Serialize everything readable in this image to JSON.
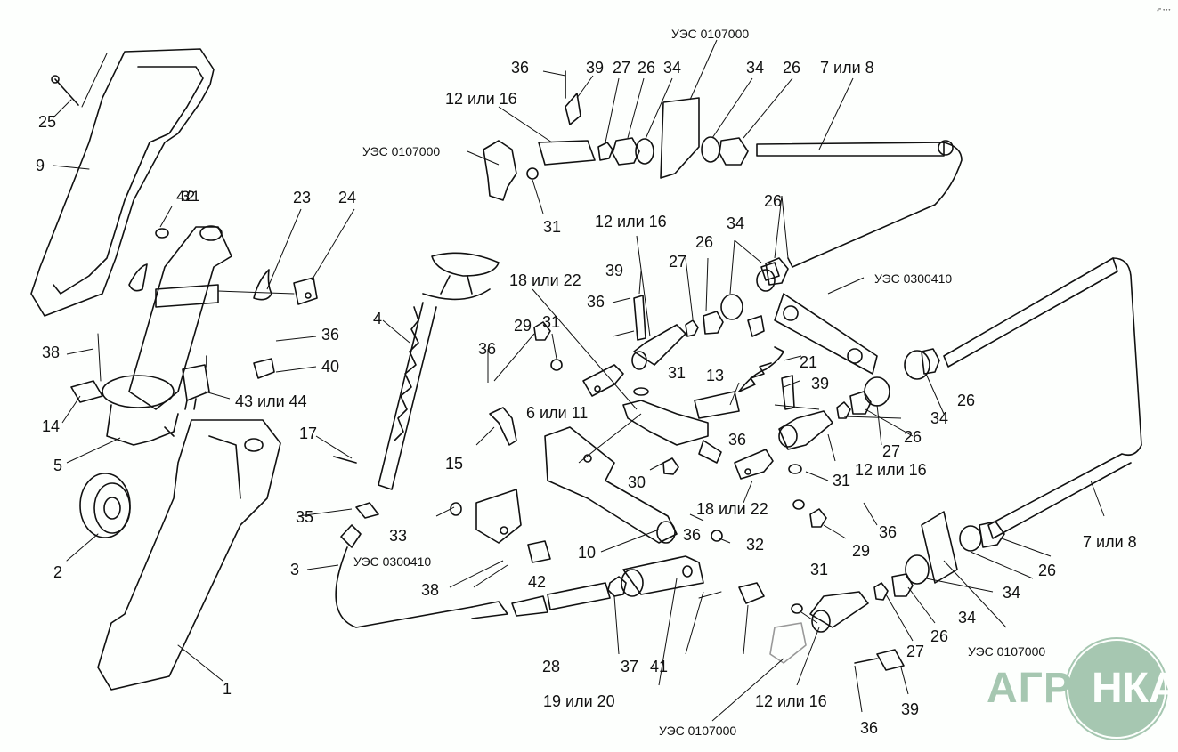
{
  "diagram": {
    "type": "exploded-parts-drawing",
    "corner_mark": "ₒᵐ ∘∘∘",
    "watermark": {
      "text_part1": "АГРО",
      "text_part2": "НКА",
      "color": "#a6c7b1"
    },
    "labels": {
      "l25": "25",
      "l9": "9",
      "l43_21": "43/21",
      "l23": "23",
      "l24": "24",
      "l38a": "38",
      "l36a": "36",
      "l40": "40",
      "l14": "14",
      "l43or44": "43 или 44",
      "l5": "5",
      "l2": "2",
      "l1": "1",
      "l17": "17",
      "l35": "35",
      "l3": "3",
      "l33": "33",
      "l4": "4",
      "ues0300410_a": "УЭС 0300410",
      "l38b": "38",
      "l42": "42",
      "l36top": "36",
      "l39top": "39",
      "l27top": "27",
      "l26top": "26",
      "l34top": "34",
      "ues0107000_top": "УЭС 0107000",
      "l34top2": "34",
      "l26top2": "26",
      "l7or8_top": "7 или 8",
      "l12or16_top": "12 или 16",
      "ues0107000_left": "УЭС 0107000",
      "l31top": "31",
      "l12or16_mid": "12 или 16",
      "l39mid": "39",
      "l36mid": "36",
      "l27mid": "27",
      "l26mid": "26",
      "l34mid": "34",
      "l26mid2": "26",
      "l18or22_a": "18 или 22",
      "l29a": "29",
      "l31a": "31",
      "l36b": "36",
      "l31b": "31",
      "ues0300410_b": "УЭС 0300410",
      "l21": "21",
      "l13": "13",
      "l39b": "39",
      "l36c": "36",
      "l6or11": "6 или 11",
      "l15": "15",
      "l30": "30",
      "l26r": "26",
      "l34r": "34",
      "l26r2": "26",
      "l27r": "27",
      "l12or16_r": "12 или 16",
      "l31r": "31",
      "l18or22_b": "18 или 22",
      "l36r": "36",
      "l36d": "36",
      "l32": "32",
      "l10": "10",
      "l29b": "29",
      "l28": "28",
      "l19or20": "19 или 20",
      "l37": "37",
      "l41": "41",
      "l31c": "31",
      "l27c": "27",
      "l26c": "26",
      "l34c": "34",
      "l34c2": "34",
      "l26c2": "26",
      "l7or8_bottom": "7 или 8",
      "ues0107000_br": "УЭС 0107000",
      "l12or16_bottom": "12 или 16",
      "ues0107000_bottom": "УЭС 0107000",
      "l39c": "39",
      "l36e": "36"
    }
  }
}
